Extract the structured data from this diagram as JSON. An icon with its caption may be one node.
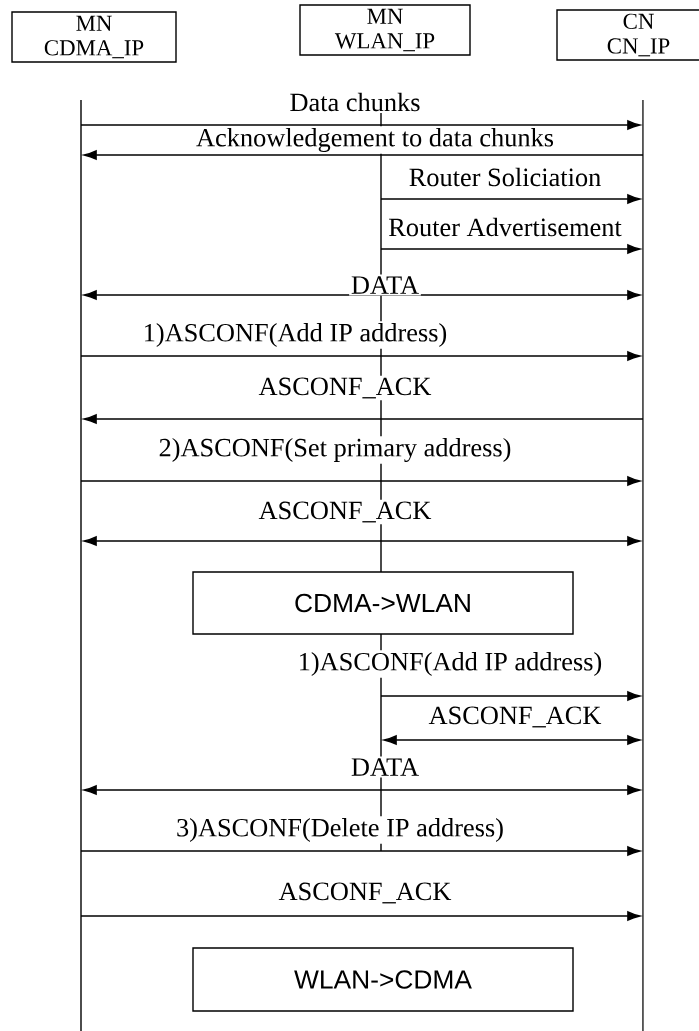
{
  "diagram": {
    "nodes": [
      {
        "text": [
          "MN",
          "CDMA_IP"
        ]
      },
      {
        "text": [
          "MN",
          "WLAN_IP"
        ]
      },
      {
        "text": [
          "CN",
          "CN_IP"
        ]
      },
      {
        "text": [],
        "shape": "line"
      },
      {
        "text": [],
        "shape": "line"
      },
      {
        "text": [],
        "shape": "line"
      },
      {
        "text": [
          "CDMA->WLAN"
        ]
      },
      {
        "text": [
          "WLAN->CDMA"
        ]
      }
    ],
    "edges": [
      {
        "from": 3,
        "to": 5,
        "arrow": "to",
        "label": "Data chunks"
      },
      {
        "from": 5,
        "to": 3,
        "arrow": "to",
        "label": "Acknowledgement to data chunks"
      },
      {
        "from": 4,
        "to": 5,
        "arrow": "to",
        "label": "Router Soliciation"
      },
      {
        "from": 4,
        "to": 5,
        "arrow": "to",
        "label": "Router Advertisement"
      },
      {
        "from": 3,
        "to": 5,
        "arrow": "both",
        "label": "DATA"
      },
      {
        "from": 3,
        "to": 5,
        "arrow": "to",
        "label": "1)ASCONF(Add IP address)"
      },
      {
        "from": 5,
        "to": 3,
        "arrow": "to",
        "label": "ASCONF_ACK"
      },
      {
        "from": 3,
        "to": 5,
        "arrow": "to",
        "label": "2)ASCONF(Set primary address)"
      },
      {
        "from": 3,
        "to": 5,
        "arrow": "both",
        "label": "ASCONF_ACK"
      },
      {
        "from": 4,
        "to": 5,
        "arrow": "to",
        "label": "1)ASCONF(Add IP address)"
      },
      {
        "from": 4,
        "to": 5,
        "arrow": "both",
        "label": "ASCONF_ACK"
      },
      {
        "from": 3,
        "to": 5,
        "arrow": "both",
        "label": "DATA"
      },
      {
        "from": 3,
        "to": 5,
        "arrow": "to",
        "label": "3)ASCONF(Delete IP address)"
      },
      {
        "from": 3,
        "to": 5,
        "arrow": "to",
        "label": "ASCONF_ACK"
      }
    ]
  }
}
